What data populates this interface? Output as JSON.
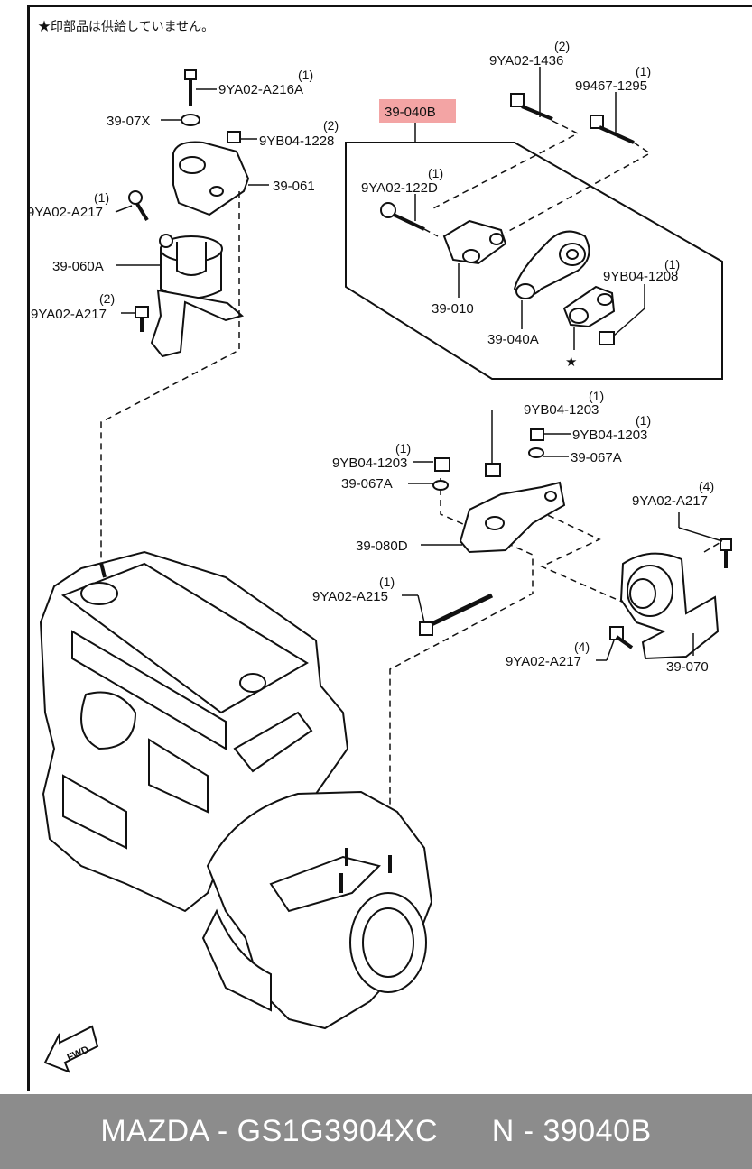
{
  "note": "★印部品は供給していません。",
  "highlight_color": "#f3a4a4",
  "callouts": [
    {
      "code": "9YA02-A216A",
      "qty": "(1)"
    },
    {
      "code": "39-07X",
      "qty": ""
    },
    {
      "code": "9YB04-1228",
      "qty": "(2)"
    },
    {
      "code": "39-061",
      "qty": ""
    },
    {
      "code": "9YA02-A217",
      "qty": "(1)"
    },
    {
      "code": "39-060A",
      "qty": ""
    },
    {
      "code": "9YA02-A217",
      "qty": "(2)"
    },
    {
      "code": "39-040B",
      "qty": ""
    },
    {
      "code": "9YA02-1436",
      "qty": "(2)"
    },
    {
      "code": "99467-1295",
      "qty": "(1)"
    },
    {
      "code": "9YA02-122D",
      "qty": "(1)"
    },
    {
      "code": "39-010",
      "qty": ""
    },
    {
      "code": "9YB04-1208",
      "qty": "(1)"
    },
    {
      "code": "39-040A",
      "qty": ""
    },
    {
      "code": "9YB04-1203",
      "qty": "(1)"
    },
    {
      "code": "9YB04-1203",
      "qty": "(1)"
    },
    {
      "code": "9YB04-1203",
      "qty": "(1)"
    },
    {
      "code": "39-067A",
      "qty": ""
    },
    {
      "code": "39-067A",
      "qty": ""
    },
    {
      "code": "9YA02-A217",
      "qty": "(4)"
    },
    {
      "code": "39-080D",
      "qty": ""
    },
    {
      "code": "9YA02-A215",
      "qty": "(1)"
    },
    {
      "code": "9YA02-A217",
      "qty": "(4)"
    },
    {
      "code": "39-070",
      "qty": ""
    }
  ],
  "star_mark": "★",
  "fwd_label": "FWD",
  "footer": {
    "left": "MAZDA - GS1G3904XC",
    "right": "N - 39040B"
  }
}
